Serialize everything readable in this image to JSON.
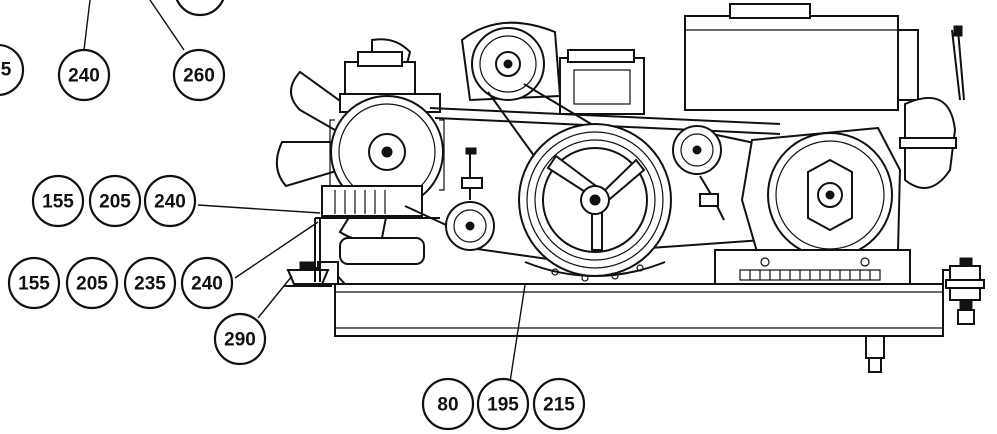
{
  "callouts": {
    "top_left_partial": "5",
    "top_240": "240",
    "top_260": "260",
    "group_a": [
      "155",
      "205",
      "240"
    ],
    "group_b": [
      "155",
      "205",
      "235",
      "240"
    ],
    "mount_290": "290",
    "group_bottom": [
      "80",
      "195",
      "215"
    ]
  }
}
